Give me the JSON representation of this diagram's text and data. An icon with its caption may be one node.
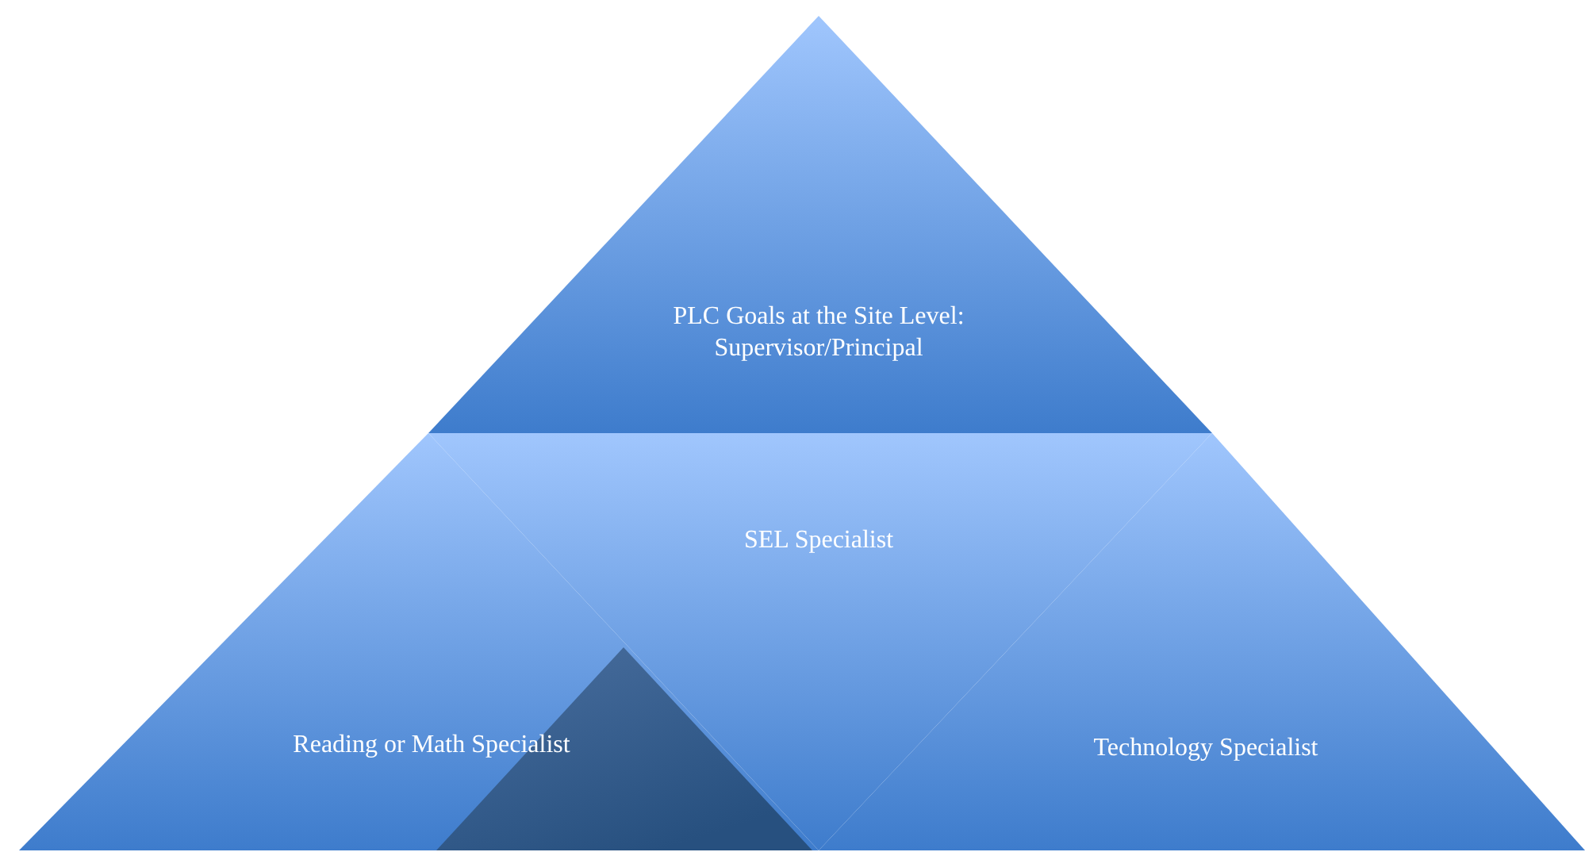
{
  "diagram": {
    "nodes": [
      {
        "text": [
          "PLC Goals at the Site Level: Supervisor/Principal"
        ]
      },
      {
        "text": [
          "SEL Specialist"
        ]
      },
      {
        "text": [
          "Reading or Math Specialist"
        ]
      },
      {
        "text": [],
        "shape": "triangle",
        "in": 2
      },
      {
        "text": [
          "Technology Specialist"
        ]
      }
    ]
  }
}
